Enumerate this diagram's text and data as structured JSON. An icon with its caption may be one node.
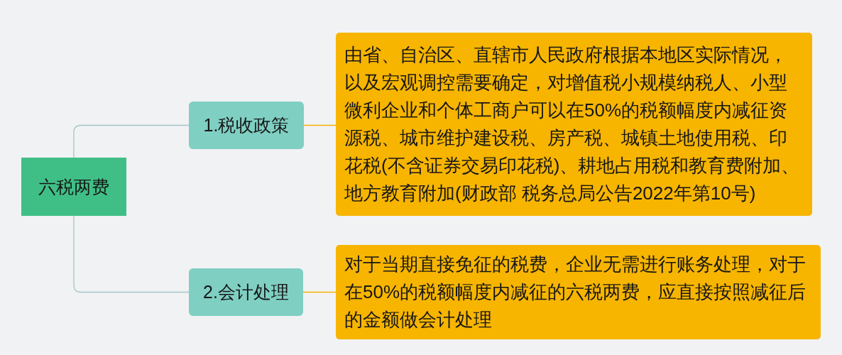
{
  "diagram": {
    "nodes": [
      {
        "text": [
          "六税两费"
        ]
      },
      {
        "text": [
          "1.税收政策"
        ]
      },
      {
        "text": [
          "由省、自治区、直辖市人民政府根据本地区实际情况，以及宏观调控需要确定，对增值税小规模纳税人、小型微利企业和个体工商户可以在50%的税额幅度内减征资源税、城市维护建设税、房产税、城镇土地使用税、印花税(不含证券交易印花税)、耕地占用税和教育费附加、地方教育附加(财政部 税务总局公告2022年第10号)"
        ]
      },
      {
        "text": [
          "2.会计处理"
        ]
      },
      {
        "text": [
          "对于当期直接免征的税费，企业无需进行账务处理，对于在50%的税额幅度内减征的六税两费，应直接按照减征后的金额做会计处理"
        ]
      }
    ],
    "edges": [
      {
        "from": 0,
        "to": 1,
        "arrow": "none"
      },
      {
        "from": 1,
        "to": 2,
        "arrow": "none",
        "color": "#f5b400"
      },
      {
        "from": 0,
        "to": 3,
        "arrow": "none"
      },
      {
        "from": 3,
        "to": 4,
        "arrow": "none",
        "color": "#f5b400"
      }
    ]
  }
}
